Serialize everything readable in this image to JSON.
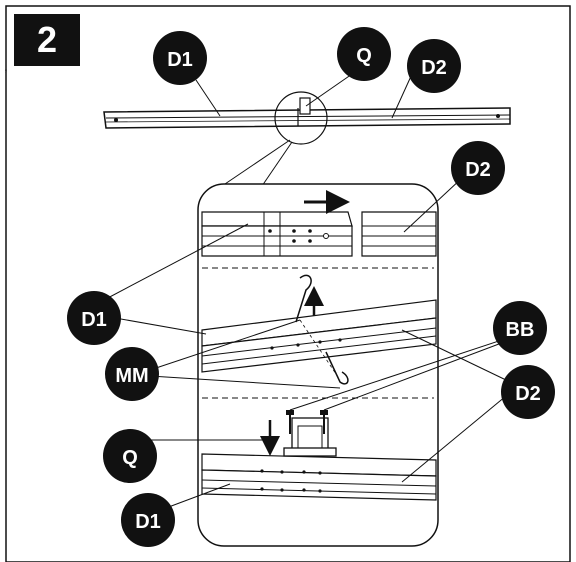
{
  "step": {
    "number": "2"
  },
  "stray_mark": ",",
  "labels": {
    "d1_top": "D1",
    "q_top": "Q",
    "d2_top": "D2",
    "d2_detail": "D2",
    "d1_detail": "D1",
    "mm": "MM",
    "bb": "BB",
    "d2_right": "D2",
    "q_detail": "Q",
    "d1_bottom": "D1"
  },
  "colors": {
    "ink": "#111111",
    "badge": "#111111",
    "paper": "#ffffff"
  }
}
